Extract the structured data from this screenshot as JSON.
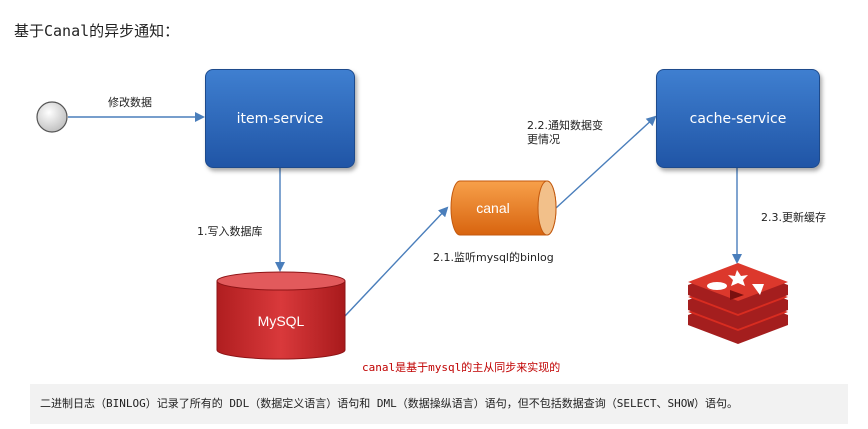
{
  "title": "基于Canal的异步通知：",
  "nodes": {
    "item_service": "item-service",
    "cache_service": "cache-service",
    "canal": "canal",
    "mysql": "MySQL"
  },
  "edges": {
    "modify": "修改数据",
    "write_db": "1.写入数据库",
    "listen_binlog": "2.1.监听mysql的binlog",
    "notify_line1": "2.2.通知数据变",
    "notify_line2": "更情况",
    "update_cache": "2.3.更新缓存"
  },
  "note": "canal是基于mysql的主从同步来实现的",
  "footer": "二进制日志（BINLOG）记录了所有的 DDL（数据定义语言）语句和 DML（数据操纵语言）语句，但不包括数据查询（SELECT、SHOW）语句。",
  "colors": {
    "service_box": "#2f6bbf",
    "canal": "#e8761c",
    "mysql": "#c0282a",
    "redis": "#d32f2f",
    "arrow": "#4a7ebb"
  }
}
